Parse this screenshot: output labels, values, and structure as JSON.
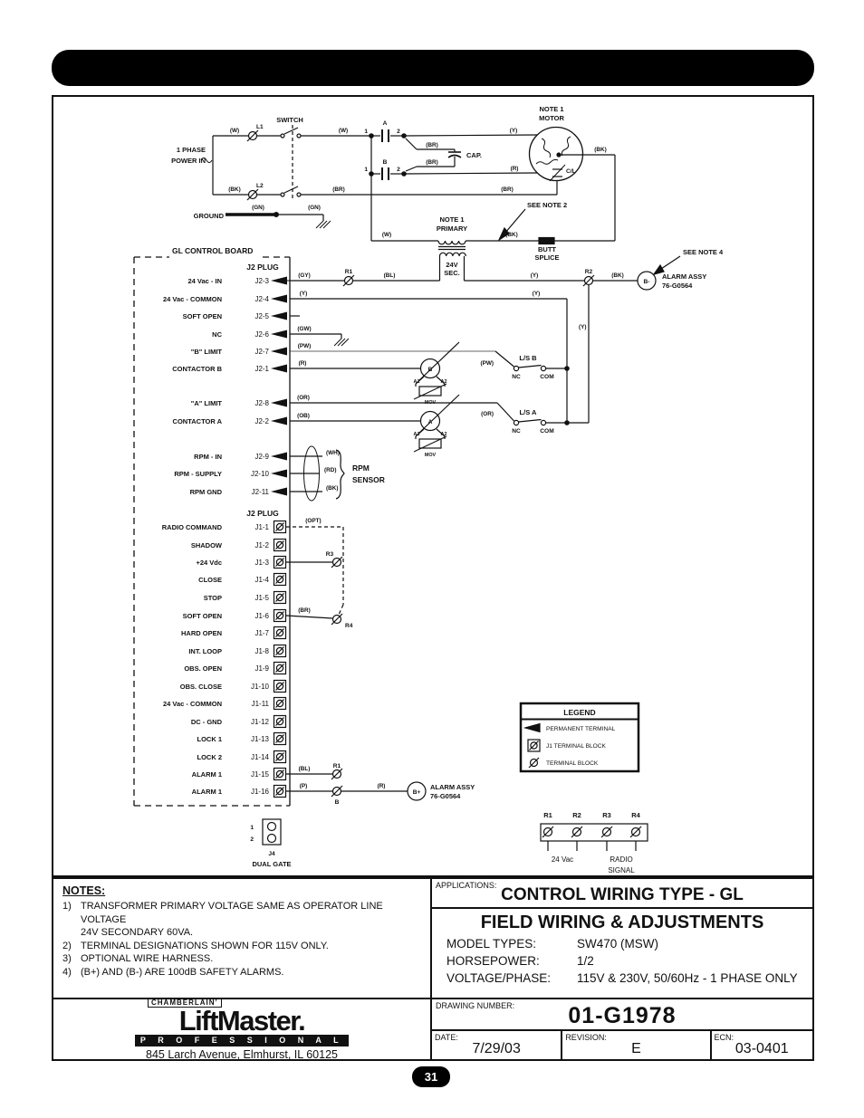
{
  "colors": {
    "ink": "#111111",
    "wire_gray": "#999999",
    "bg": "#ffffff"
  },
  "page": {
    "number": "31"
  },
  "wire": {
    "w": "(W)",
    "y": "(Y)",
    "r": "(R)",
    "bk": "(BK)",
    "br": "(BR)",
    "gn": "(GN)",
    "gy": "(GY)",
    "bl": "(BL)",
    "gw": "(GW)",
    "pw": "(PW)",
    "or": "(OR)",
    "ob": "(OB)",
    "wh": "(WH)",
    "rd": "(RD)",
    "p": "(P)",
    "opt": "(OPT)"
  },
  "top": {
    "switch": "SWITCH",
    "l1": "L1",
    "l2": "L2",
    "phase1": "1 PHASE",
    "phase2": "POWER IN",
    "ground": "GROUND",
    "note1": "NOTE 1",
    "motor": "MOTOR",
    "cap": "CAP.",
    "cl": "C/L",
    "one": "1",
    "two": "2",
    "a": "A",
    "b": "B",
    "see_note2": "SEE NOTE 2",
    "primary": "PRIMARY",
    "butt1": "BUTT",
    "butt2": "SPLICE",
    "sec1": "24V",
    "sec2": "SEC.",
    "see_note4": "SEE NOTE 4",
    "alarm1": "ALARM ASSY",
    "alarm2": "76-G0564",
    "bminus": "B-",
    "bplus": "B+"
  },
  "board": {
    "title": "GL CONTROL BOARD",
    "j2_plug_label": "J2 PLUG",
    "j1_plug_label": "J2 PLUG",
    "j2_rows": [
      {
        "label": "24 Vac - IN",
        "term": "J2-3"
      },
      {
        "label": "24 Vac - COMMON",
        "term": "J2-4"
      },
      {
        "label": "SOFT OPEN",
        "term": "J2-5"
      },
      {
        "label": "NC",
        "term": "J2-6"
      },
      {
        "label": "\"B\" LIMIT",
        "term": "J2-7"
      },
      {
        "label": "CONTACTOR B",
        "term": "J2-1"
      },
      {
        "label": "\"A\" LIMIT",
        "term": "J2-8"
      },
      {
        "label": "CONTACTOR A",
        "term": "J2-2"
      },
      {
        "label": "RPM - IN",
        "term": "J2-9"
      },
      {
        "label": "RPM - SUPPLY",
        "term": "J2-10"
      },
      {
        "label": "RPM GND",
        "term": "J2-11"
      }
    ],
    "j1_rows": [
      {
        "label": "RADIO COMMAND",
        "term": "J1-1"
      },
      {
        "label": "SHADOW",
        "term": "J1-2"
      },
      {
        "label": "+24 Vdc",
        "term": "J1-3"
      },
      {
        "label": "CLOSE",
        "term": "J1-4"
      },
      {
        "label": "STOP",
        "term": "J1-5"
      },
      {
        "label": "SOFT OPEN",
        "term": "J1-6"
      },
      {
        "label": "HARD OPEN",
        "term": "J1-7"
      },
      {
        "label": "INT. LOOP",
        "term": "J1-8"
      },
      {
        "label": "OBS. OPEN",
        "term": "J1-9"
      },
      {
        "label": "OBS. CLOSE",
        "term": "J1-10"
      },
      {
        "label": "24 Vac - COMMON",
        "term": "J1-11"
      },
      {
        "label": "DC - GND",
        "term": "J1-12"
      },
      {
        "label": "LOCK 1",
        "term": "J1-13"
      },
      {
        "label": "LOCK 2",
        "term": "J1-14"
      },
      {
        "label": "ALARM 1",
        "term": "J1-15"
      },
      {
        "label": "ALARM 1",
        "term": "J1-16"
      }
    ],
    "j4": {
      "pin1": "1",
      "pin2": "2",
      "name": "J4",
      "label": "DUAL GATE"
    }
  },
  "dev": {
    "r1": "R1",
    "r2": "R2",
    "r3": "R3",
    "r4": "R4",
    "b": "B",
    "a": "A",
    "lsb": "L/S B",
    "lsa": "L/S A",
    "nc": "NC",
    "com": "COM",
    "a1": "A1",
    "a2": "A2",
    "mov": "MOV",
    "rpm1": "RPM",
    "rpm2": "SENSOR",
    "bterm": "B"
  },
  "legend": {
    "title": "LEGEND",
    "rows": [
      "PERMANENT TERMINAL",
      "J1 TERMINAL BLOCK",
      "TERMINAL BLOCK"
    ]
  },
  "strip": {
    "r1": "R1",
    "r2": "R2",
    "r3": "R3",
    "r4": "R4",
    "vac": "24 Vac",
    "radio1": "RADIO",
    "radio2": "SIGNAL"
  },
  "notes": {
    "title": "NOTES:",
    "items": [
      {
        "num": "1)",
        "lines": [
          "TRANSFORMER PRIMARY VOLTAGE SAME AS OPERATOR LINE VOLTAGE",
          "24V SECONDARY 60VA."
        ]
      },
      {
        "num": "2)",
        "lines": [
          "TERMINAL DESIGNATIONS SHOWN FOR 115V ONLY."
        ]
      },
      {
        "num": "3)",
        "lines": [
          "OPTIONAL WIRE HARNESS."
        ]
      },
      {
        "num": "4)",
        "lines": [
          "(B+) AND (B-) ARE 100dB SAFETY ALARMS."
        ]
      }
    ]
  },
  "titleblock": {
    "applications_label": "APPLICATIONS:",
    "control_type": "CONTROL WIRING TYPE - GL",
    "field_title": "FIELD WIRING & ADJUSTMENTS",
    "rows": [
      {
        "label": "MODEL TYPES:",
        "value": "SW470 (MSW)"
      },
      {
        "label": "HORSEPOWER:",
        "value": "1/2"
      },
      {
        "label": "VOLTAGE/PHASE:",
        "value": "115V & 230V, 50/60Hz - 1 PHASE ONLY"
      }
    ],
    "drawing_label": "DRAWING NUMBER:",
    "drawing_number": "01-G1978",
    "date_label": "DATE:",
    "date": "7/29/03",
    "revision_label": "REVISION:",
    "revision": "E",
    "ecn_label": "ECN:",
    "ecn": "03-0401"
  },
  "logo": {
    "chamberlain": "CHAMBERLAIN’",
    "liftmaster": "LiftMaster.",
    "professional": "P R O F E S S I O N A L",
    "address": "845 Larch Avenue, Elmhurst, IL  60125"
  }
}
